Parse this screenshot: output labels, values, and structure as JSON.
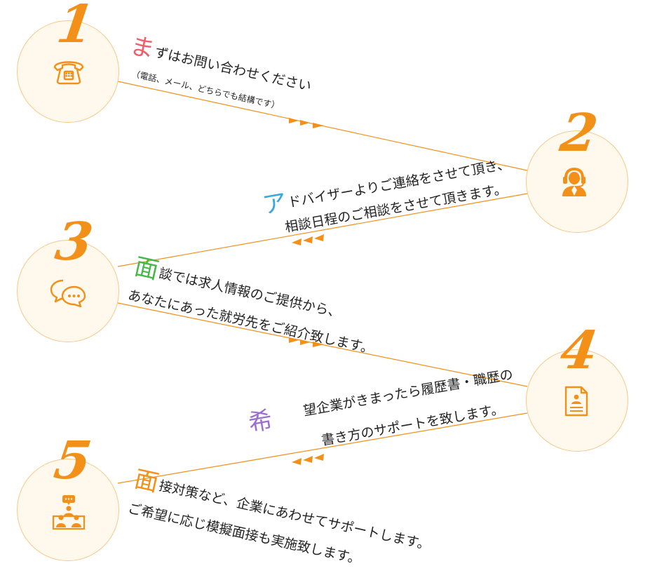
{
  "steps": [
    {
      "number": "1",
      "icon": "phone-icon",
      "lead": "ま",
      "lead_color": "#ef5f6b",
      "line1": "ずはお問い合わせください",
      "line2": "（電話、メール、どちらでも結構です）"
    },
    {
      "number": "2",
      "icon": "headset-operator-icon",
      "lead": "ア",
      "lead_color": "#3aa7e0",
      "line1": "ドバイザーよりご連絡をさせて頂き、",
      "line2": "相談日程のご相談をさせて頂きます。"
    },
    {
      "number": "3",
      "icon": "chat-bubbles-icon",
      "lead": "面",
      "lead_color": "#46b84a",
      "line1": "談では求人情報のご提供から、",
      "line2": "あなたにあった就労先をご紹介致します。"
    },
    {
      "number": "4",
      "icon": "resume-document-icon",
      "lead": "希",
      "lead_color": "#9a6fd1",
      "line1": "望企業がきまったら履歴書・職歴の",
      "line2": "書き方のサポートを致します。"
    },
    {
      "number": "5",
      "icon": "interview-people-icon",
      "lead": "面",
      "lead_color": "#f39019",
      "line1": "接対策など、企業にあわせてサポートします。",
      "line2": "ご希望に応じ模擬面接も実施致します。"
    }
  ],
  "colors": {
    "accent": "#f39019",
    "circle_fill": "#fff8ec",
    "circle_border": "#f6c98a"
  }
}
